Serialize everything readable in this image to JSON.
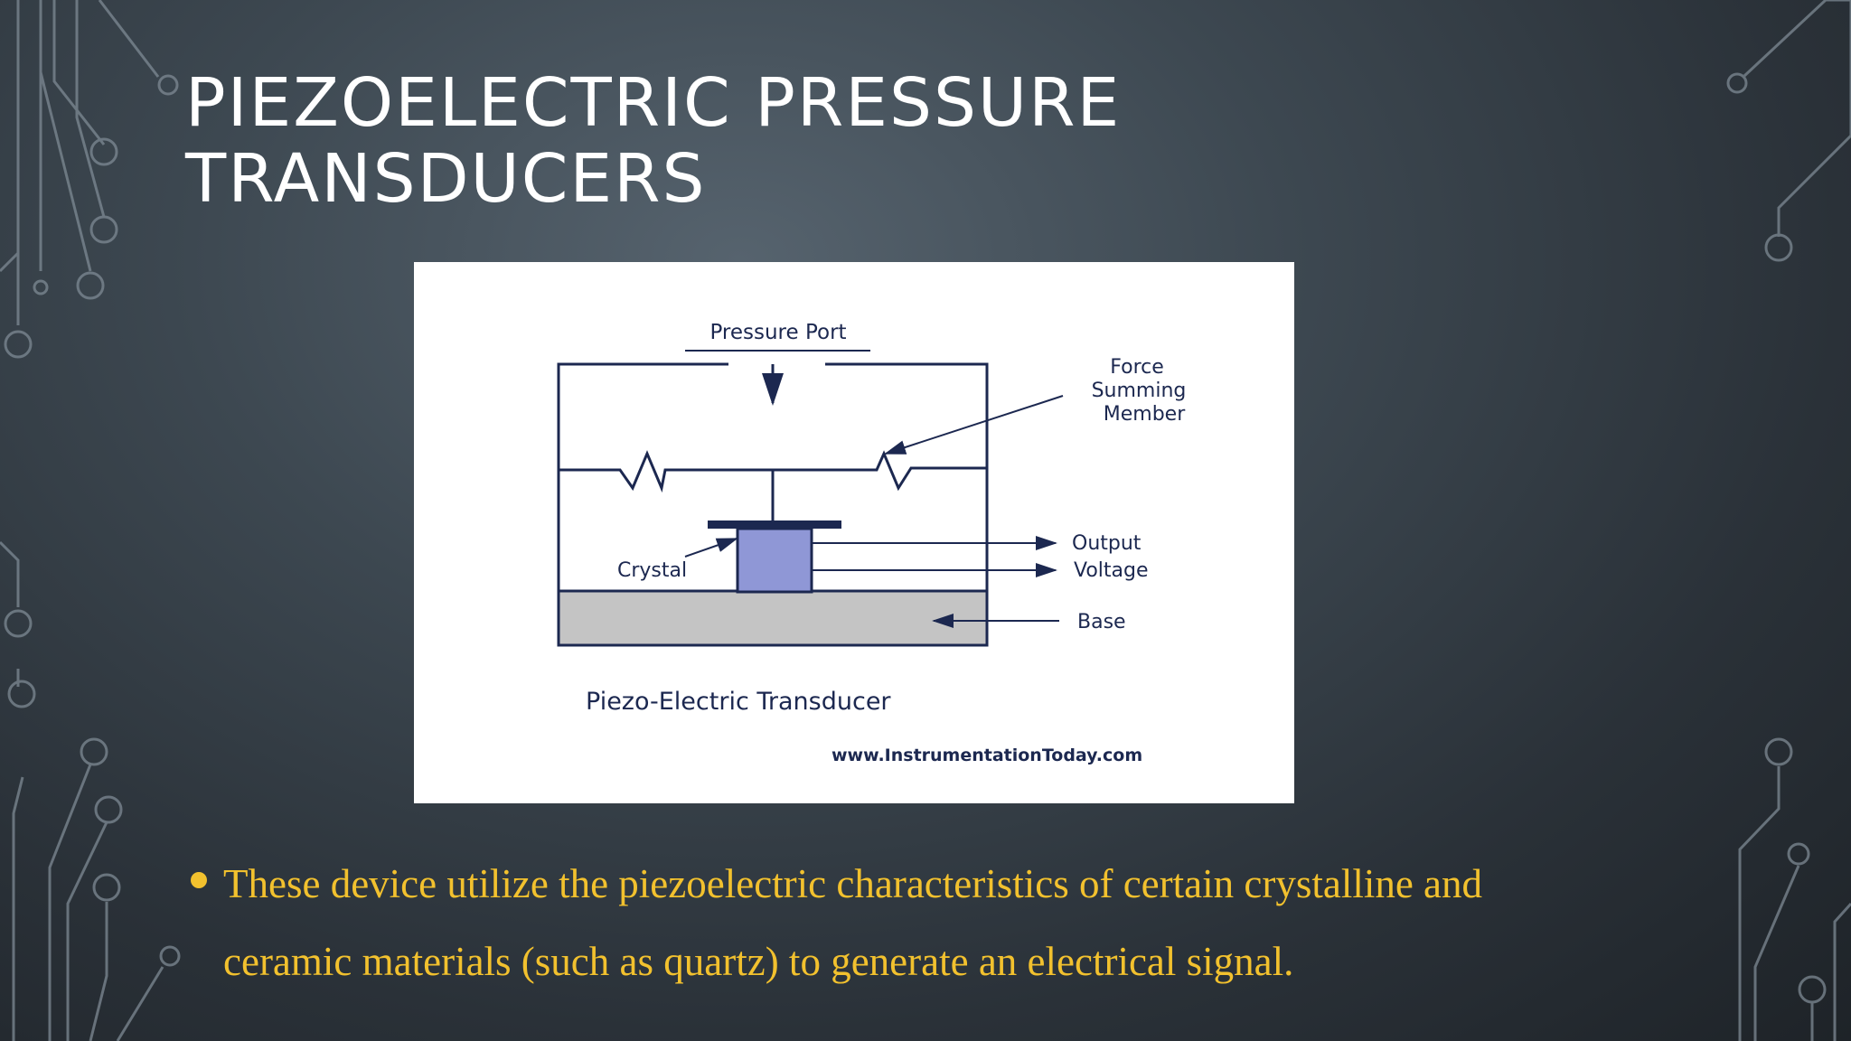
{
  "slide": {
    "title_line1": "Piezoelectric Pressure",
    "title_line2": "Transducers",
    "bullet": "These device utilize the piezoelectric characteristics of certain crystalline and ceramic materials (such as quartz) to generate an electrical signal."
  },
  "figure": {
    "pressure_port": "Pressure Port",
    "force_summing_1": "Force",
    "force_summing_2": "Summing",
    "force_summing_3": "Member",
    "output_1": "Output",
    "output_2": "Voltage",
    "crystal": "Crystal",
    "base": "Base",
    "caption": "Piezo-Electric Transducer",
    "url": "www.InstrumentationToday.com"
  },
  "colors": {
    "title": "#ffffff",
    "bullet_text": "#f2c12e",
    "crystal_fill": "#8f97d6",
    "base_fill": "#c4c4c4",
    "diagram_ink": "#1c2850"
  }
}
